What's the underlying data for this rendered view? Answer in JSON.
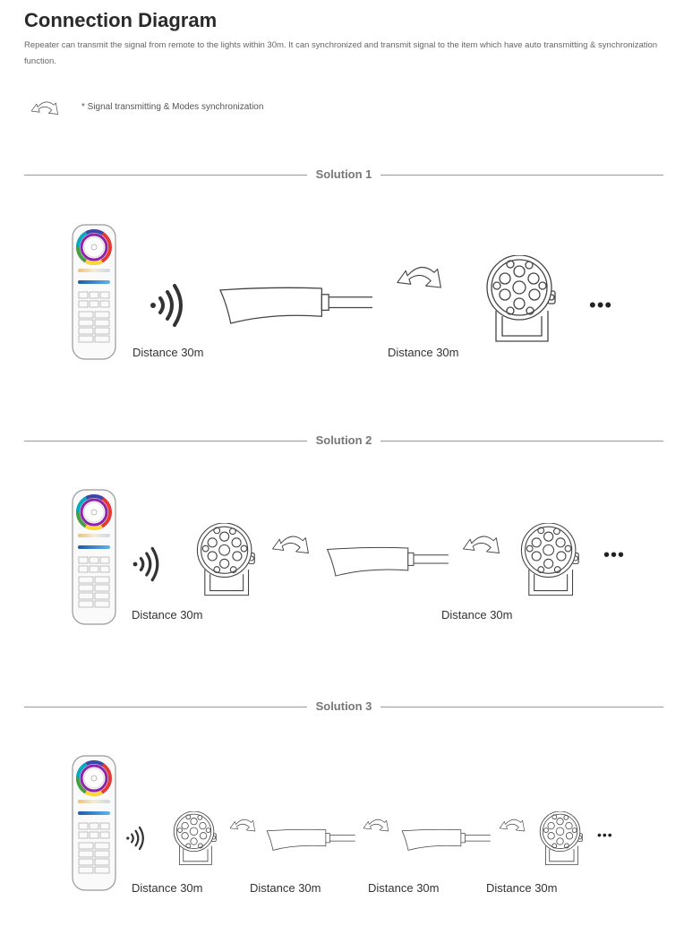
{
  "header": {
    "title": "Connection Diagram",
    "description": "Repeater can transmit the signal from remote to the lights within 30m. It can synchronized and transmit signal to the item which have auto transmitting & synchronization function."
  },
  "legend": {
    "icon": "sync-arrow-icon",
    "text": "* Signal transmitting & Modes synchronization"
  },
  "solutions": [
    {
      "label": "Solution 1",
      "distances": [
        "Distance 30m",
        "Distance 30m"
      ]
    },
    {
      "label": "Solution 2",
      "distances": [
        "Distance 30m",
        "Distance 30m"
      ]
    },
    {
      "label": "Solution 3",
      "distances": [
        "Distance 30m",
        "Distance 30m",
        "Distance 30m",
        "Distance 30m"
      ]
    }
  ],
  "colors": {
    "line": "#999999",
    "text": "#333333",
    "device_stroke": "#555555"
  }
}
